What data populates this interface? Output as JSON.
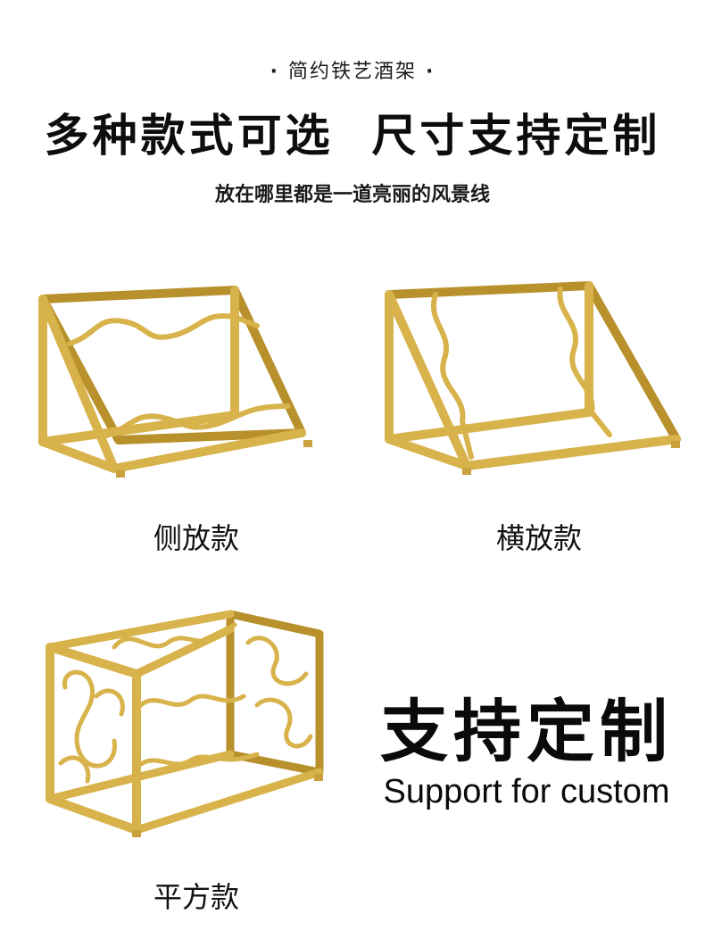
{
  "header": {
    "dot_left": "·",
    "tagline": "简约铁艺酒架",
    "dot_right": "·",
    "headline": "多种款式可选  尺寸支持定制",
    "subline": "放在哪里都是一道亮丽的风景线"
  },
  "products": [
    {
      "label": "侧放款"
    },
    {
      "label": "横放款"
    },
    {
      "label": "平方款"
    }
  ],
  "custom": {
    "title": "支持定制",
    "subtitle": "Support for custom"
  },
  "colors": {
    "gold": "#d8b24a",
    "gold_shadow": "#b8902c",
    "text": "#111111",
    "background": "#ffffff"
  }
}
